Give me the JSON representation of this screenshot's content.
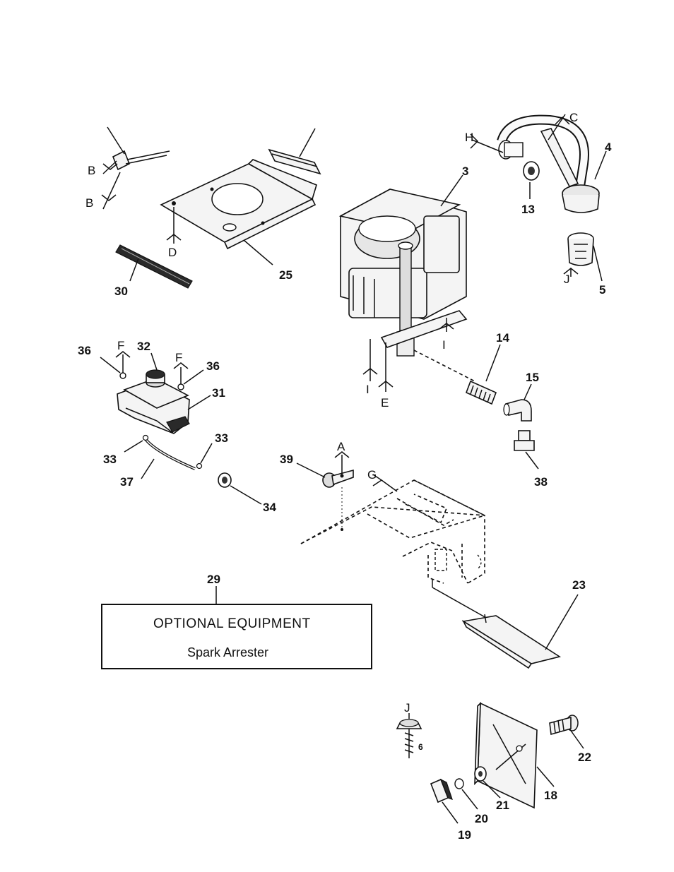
{
  "callouts": {
    "c3": "3",
    "c4": "4",
    "c5": "5",
    "c6": "6",
    "c13": "13",
    "c14": "14",
    "c15": "15",
    "c18": "18",
    "c19": "19",
    "c20": "20",
    "c21": "21",
    "c22": "22",
    "c23": "23",
    "c25": "25",
    "c29": "29",
    "c30": "30",
    "c31": "31",
    "c32": "32",
    "c33a": "33",
    "c33b": "33",
    "c34": "34",
    "c36a": "36",
    "c36b": "36",
    "c37": "37",
    "c38": "38",
    "c39": "39"
  },
  "letters": {
    "A": "A",
    "B1": "B",
    "B2": "B",
    "C": "C",
    "D": "D",
    "E": "E",
    "F1": "F",
    "F2": "F",
    "G": "G",
    "H": "H",
    "I1": "I",
    "I2": "I",
    "J1": "J",
    "J2": "J"
  },
  "optional_panel": {
    "title": "OPTIONAL EQUIPMENT",
    "subtitle": "Spark Arrester"
  }
}
